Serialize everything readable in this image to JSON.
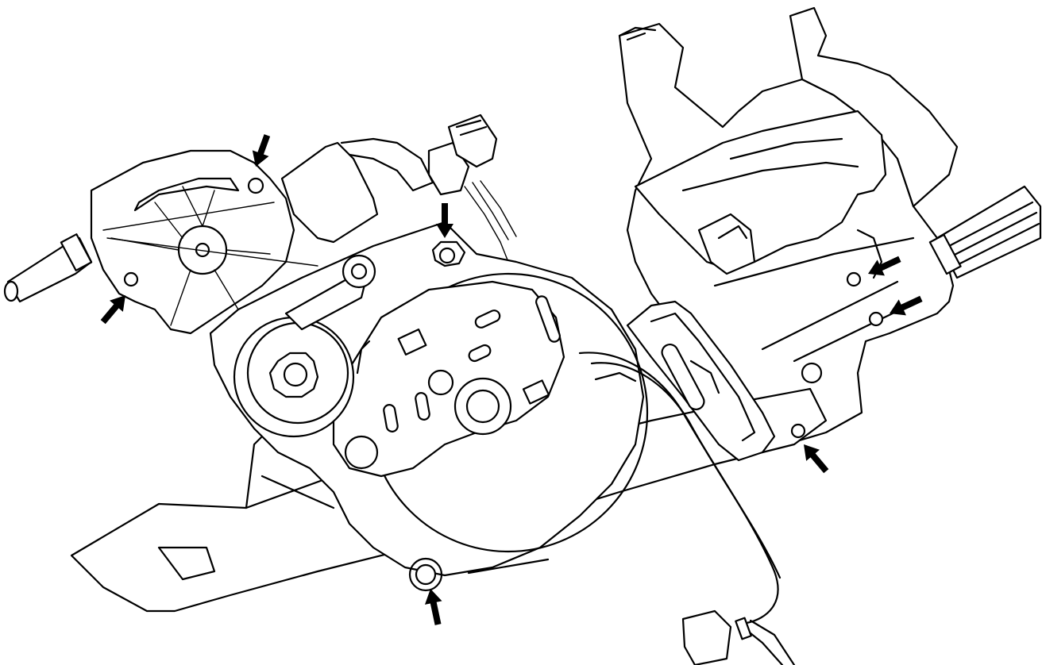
{
  "diagram": {
    "kind": "line-art-illustration",
    "subject": "mechanical-assembly-with-motor",
    "stroke_color": "#000000",
    "background_color": "#ffffff"
  },
  "callout_arrows": [
    {
      "id": "arrow-top-left",
      "points_to": "mounting-hole"
    },
    {
      "id": "arrow-top-center",
      "points_to": "mounting-hole"
    },
    {
      "id": "arrow-left",
      "points_to": "mounting-hole"
    },
    {
      "id": "arrow-right-upper",
      "points_to": "mounting-hole"
    },
    {
      "id": "arrow-right-lower",
      "points_to": "mounting-hole"
    },
    {
      "id": "arrow-right-bottom",
      "points_to": "mounting-hole"
    },
    {
      "id": "arrow-bottom",
      "points_to": "mounting-hole"
    }
  ]
}
